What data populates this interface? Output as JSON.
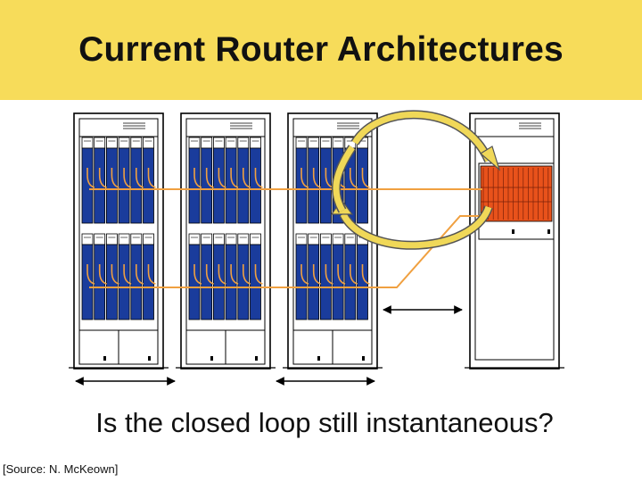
{
  "slide": {
    "title": "Current Router Architectures",
    "question": "Is the closed loop still instantaneous?",
    "source": "[Source: N. McKeown]"
  },
  "diagram": {
    "linecard_racks": 3,
    "switch_racks": 1,
    "colors": {
      "linecard": "#1a3c9c",
      "switch_fabric": "#e8521b",
      "fiber": "#f0a040",
      "loop_arrow": "#f0d858"
    }
  }
}
